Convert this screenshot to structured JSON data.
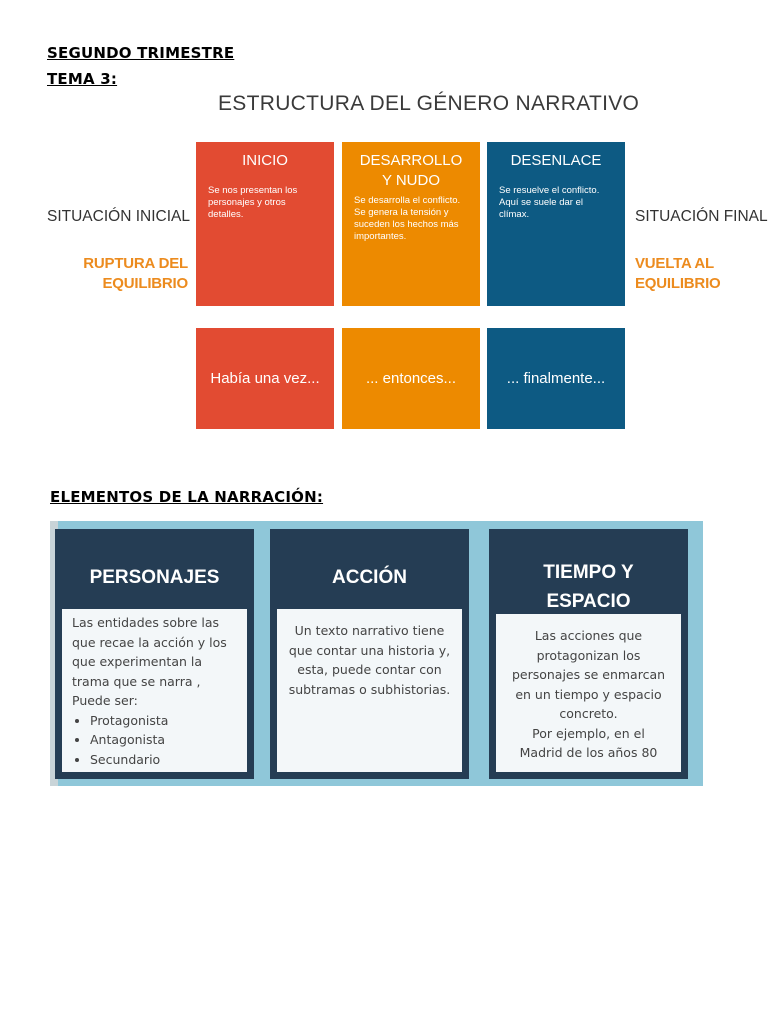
{
  "headings": {
    "trimester": "SEGUNDO TRIMESTRE",
    "topic": "TEMA 3: ",
    "elements": "ELEMENTOS DE LA NARRACIÓN: "
  },
  "structure": {
    "title": "ESTRUCTURA DEL GÉNERO NARRATIVO",
    "left_label": "SITUACIÓN INICIAL",
    "right_label": "SITUACIÓN FINAL",
    "left_break": [
      "RUPTURA DEL",
      "EQUILIBRIO"
    ],
    "right_break": [
      "VUELTA AL",
      "EQUILIBRIO"
    ],
    "boxes": [
      {
        "title": "INICIO",
        "desc": "Se nos presentan los personajes y otros detalles.",
        "phrase": "Había una vez..."
      },
      {
        "title": "DESARROLLO Y NUDO",
        "desc": "Se desarrolla el conflicto. Se genera la tensión y suceden los hechos más importantes.",
        "phrase": "... entonces..."
      },
      {
        "title": "DESENLACE",
        "desc": "Se resuelve el conflicto. Aquí se suele dar el clímax.",
        "phrase": "... finalmente..."
      }
    ],
    "colors": {
      "inicio": "#e24b32",
      "desarrollo": "#ed8a00",
      "desenlace": "#0d5a83",
      "break_text": "#ec8b1e"
    }
  },
  "elements": {
    "cards": [
      {
        "title": "PERSONAJES",
        "body": "Las entidades sobre las que recae la acción y los que experimentan la trama que se narra , Puede ser:",
        "list": [
          "Protagonista",
          "Antagonista",
          "Secundario"
        ]
      },
      {
        "title": "ACCIÓN",
        "body": "Un texto narrativo tiene que contar una historia y, esta, puede contar con subtramas o subhistorias."
      },
      {
        "title_line1": "TIEMPO Y",
        "title_line2": "ESPACIO",
        "body": "Las acciones que protagonizan los personajes se enmarcan en un tiempo y espacio concreto.",
        "example": "Por ejemplo, en el Madrid de los años 80"
      }
    ],
    "colors": {
      "card": "#253d54",
      "panel": "#8fc7d9"
    }
  }
}
